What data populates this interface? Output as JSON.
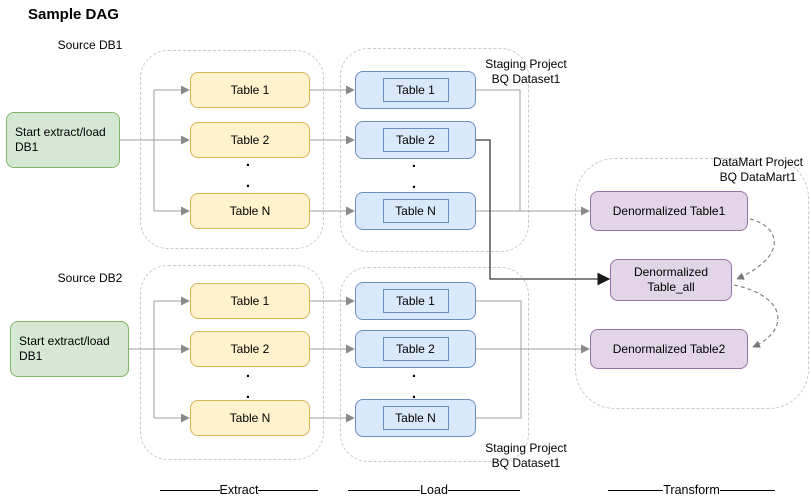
{
  "title": "Sample DAG",
  "groups": {
    "db1": {
      "source_label": "Source DB1",
      "start_node": {
        "line1": "Start extract/load",
        "line2": "DB1"
      },
      "extract_tables": [
        "Table 1",
        "Table 2",
        "Table N"
      ],
      "load_tables": [
        "Table 1",
        "Table 2",
        "Table N"
      ],
      "staging_label": {
        "line1": "Staging Project",
        "line2": "BQ Dataset1"
      },
      "dot": "."
    },
    "db2": {
      "source_label": "Source DB2",
      "start_node": {
        "line1": "Start extract/load",
        "line2": "DB1"
      },
      "extract_tables": [
        "Table 1",
        "Table 2",
        "Table N"
      ],
      "load_tables": [
        "Table 1",
        "Table 2",
        "Table N"
      ],
      "staging_label": {
        "line1": "Staging Project",
        "line2": "BQ Dataset1"
      },
      "dot": "."
    }
  },
  "datamart": {
    "label": {
      "line1": "DataMart Project",
      "line2": "BQ DataMart1"
    },
    "table1": "Denormalized Table1",
    "table_all": {
      "line1": "Denormalized",
      "line2": "Table_all"
    },
    "table2": "Denormalized Table2"
  },
  "legend": {
    "extract": "Extract",
    "load": "Load",
    "transform": "Transform"
  },
  "colors": {
    "green_fill": "#d5e8d4",
    "green_stroke": "#82b366",
    "yellow_fill": "#fff2cc",
    "yellow_stroke": "#d6b656",
    "blue_fill": "#dae8fc",
    "blue_stroke": "#6c8ebf",
    "purple_fill": "#e1d5e7",
    "purple_stroke": "#9673a6",
    "connector": "#9e9e9e",
    "connector_dark": "#3b3b3b",
    "container_dash": "#c9c9c9"
  }
}
